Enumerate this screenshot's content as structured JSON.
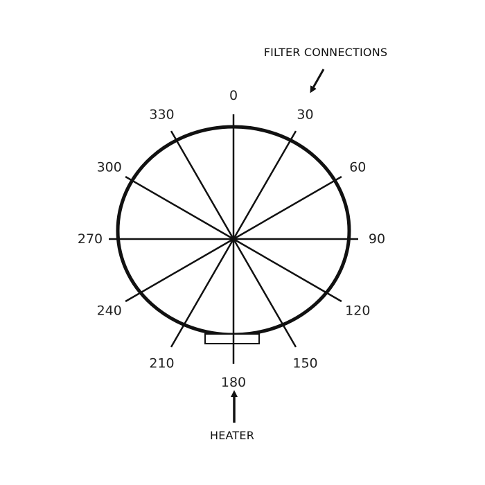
{
  "diagram": {
    "angles": [
      {
        "deg": 0,
        "label": "0"
      },
      {
        "deg": 30,
        "label": "30"
      },
      {
        "deg": 60,
        "label": "60"
      },
      {
        "deg": 90,
        "label": "90"
      },
      {
        "deg": 120,
        "label": "120"
      },
      {
        "deg": 150,
        "label": "150"
      },
      {
        "deg": 180,
        "label": "180"
      },
      {
        "deg": 210,
        "label": "210"
      },
      {
        "deg": 240,
        "label": "240"
      },
      {
        "deg": 270,
        "label": "270"
      },
      {
        "deg": 300,
        "label": "300"
      },
      {
        "deg": 330,
        "label": "330"
      }
    ],
    "callouts": {
      "filter": "FILTER CONNECTIONS",
      "heater": "HEATER"
    },
    "colors": {
      "line": "#111111",
      "text": "#222222"
    }
  }
}
